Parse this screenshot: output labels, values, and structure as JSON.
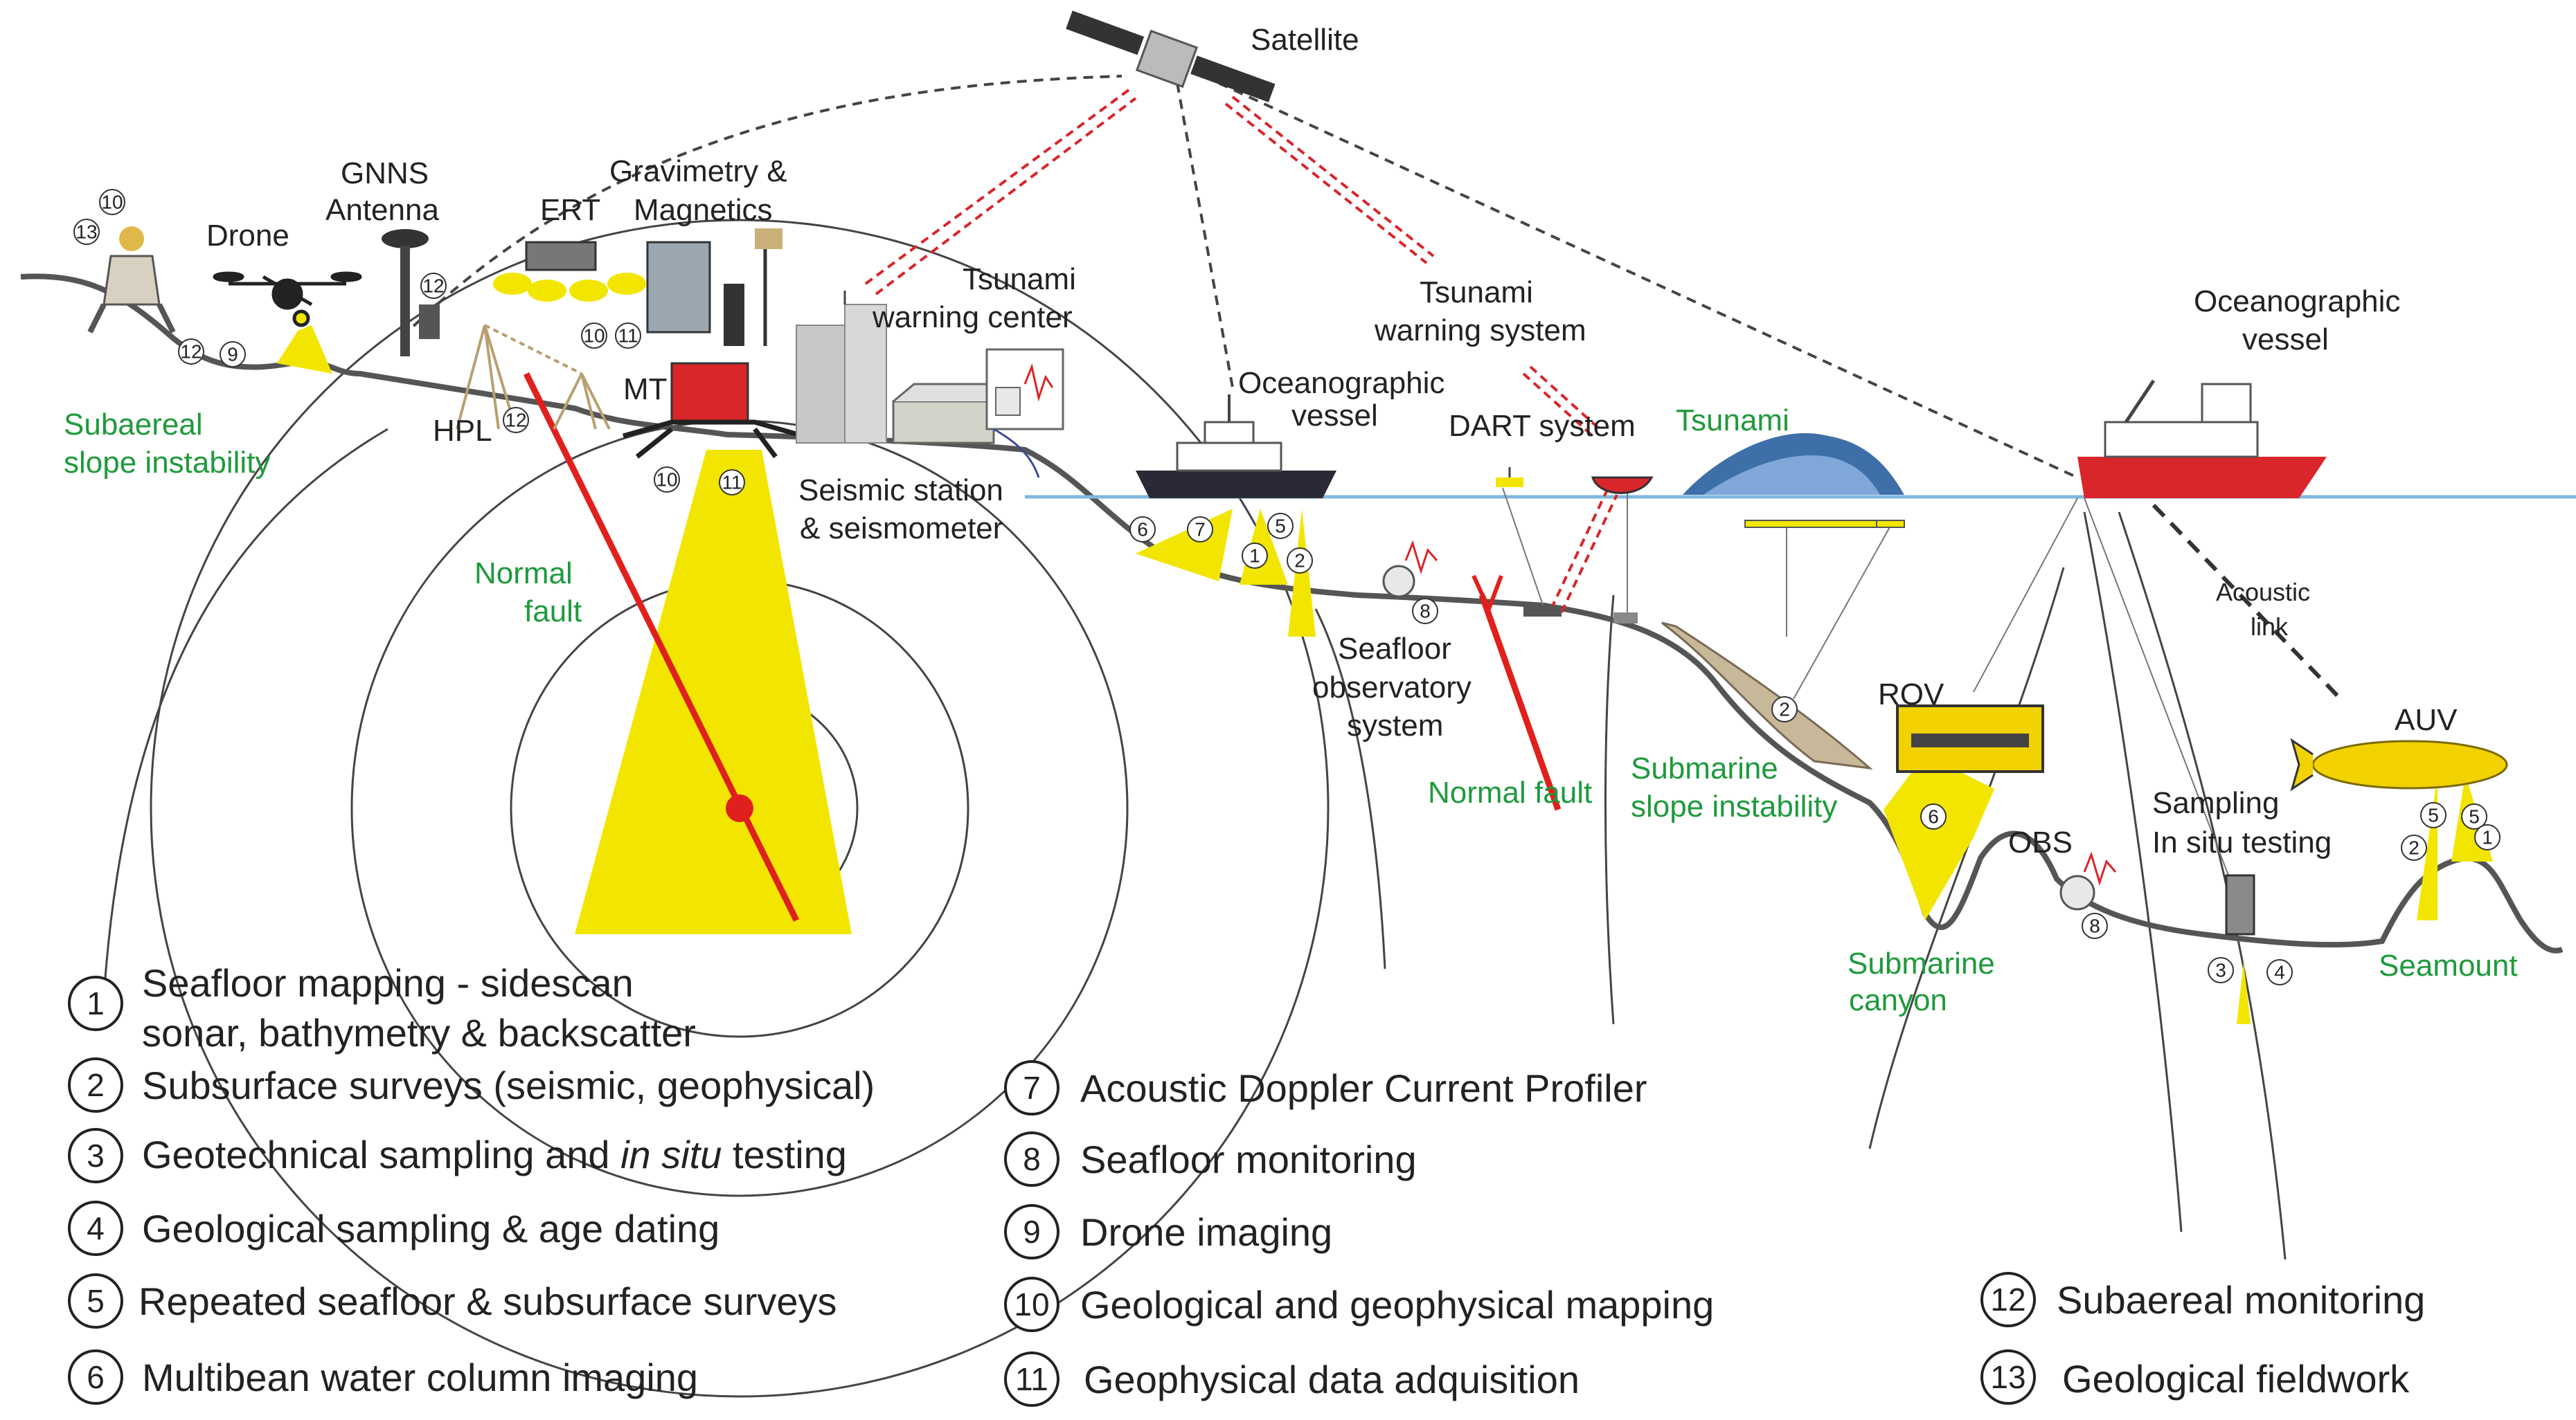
{
  "labels": {
    "satellite": "Satellite",
    "gnss": [
      "GNNS",
      "Antenna"
    ],
    "drone": "Drone",
    "ert": "ERT",
    "gravimetry": [
      "Gravimetry &",
      "Magnetics"
    ],
    "mt": "MT",
    "hpl": "HPL",
    "tsunami_center": [
      "Tsunami",
      "warning center"
    ],
    "tsunami_system": [
      "Tsunami",
      "warning system"
    ],
    "seismic_station": [
      "Seismic station",
      "& seismometer"
    ],
    "ocean_vessel_1": [
      "Oceanographic",
      "vessel"
    ],
    "ocean_vessel_2": [
      "Oceanographic",
      "vessel"
    ],
    "dart": "DART system",
    "tsunami": "Tsunami",
    "seafloor_obs": [
      "Seafloor",
      "observatory",
      "system"
    ],
    "rov": "ROV",
    "obs": "OBS",
    "acoustic_link": [
      "Acoustic",
      "link"
    ],
    "auv": "AUV",
    "sampling": [
      "Sampling",
      "In situ testing"
    ],
    "subaereal_instability": [
      "Subaereal",
      "slope instability"
    ],
    "normal_fault_1": [
      "Normal",
      "fault"
    ],
    "normal_fault_2": "Normal fault",
    "submarine_instability": [
      "Submarine",
      "slope instability"
    ],
    "submarine_canyon": [
      "Submarine",
      "canyon"
    ],
    "seamount": "Seamount"
  },
  "legend": [
    {
      "num": "1",
      "text": "Seafloor mapping - sidescan",
      "text2": "sonar, bathymetry & backscatter"
    },
    {
      "num": "2",
      "text": "Subsurface surveys (seismic, geophysical)"
    },
    {
      "num": "3",
      "text": "Geotechnical sampling and ",
      "italic": "in situ",
      "tail": " testing"
    },
    {
      "num": "4",
      "text": "Geological sampling & age dating"
    },
    {
      "num": "5",
      "text": "Repeated seafloor & subsurface surveys"
    },
    {
      "num": "6",
      "text": "Multibean water column imaging"
    },
    {
      "num": "7",
      "text": "Acoustic Doppler Current Profiler"
    },
    {
      "num": "8",
      "text": "Seafloor monitoring"
    },
    {
      "num": "9",
      "text": "Drone imaging"
    },
    {
      "num": "10",
      "text": "Geological and geophysical mapping"
    },
    {
      "num": "11",
      "text": "Geophysical data adquisition"
    },
    {
      "num": "12",
      "text": "Subaereal monitoring"
    },
    {
      "num": "13",
      "text": "Geological fieldwork"
    }
  ],
  "colors": {
    "yellow": "#f2e600",
    "fault_red": "#e0201c",
    "label_green": "#1f9a3c",
    "sea_line": "#7fb8e0",
    "terrain": "#555555",
    "link_red": "#d8262a"
  }
}
